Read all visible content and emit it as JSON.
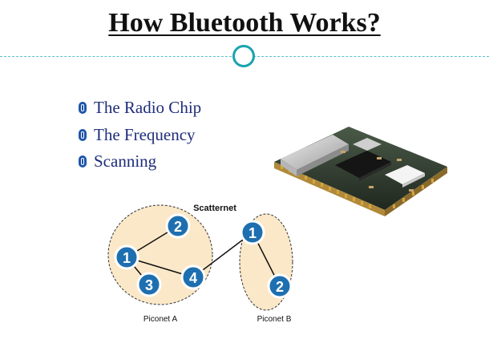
{
  "slide": {
    "title": "How Bluetooth Works?"
  },
  "bullets": {
    "items": [
      "The Radio Chip",
      "The Frequency",
      "Scanning"
    ],
    "icon": "bluetooth-icon",
    "color": "#1f2d7a"
  },
  "diagram": {
    "caption": "Scatternet",
    "piconets": [
      {
        "label": "Piconet A"
      },
      {
        "label": "Piconet B"
      }
    ],
    "nodes": [
      "1",
      "2",
      "3",
      "4",
      "1",
      "2"
    ],
    "colors": {
      "node": "#1e6fb0",
      "piconet_fill": "#fbe8c8"
    }
  }
}
